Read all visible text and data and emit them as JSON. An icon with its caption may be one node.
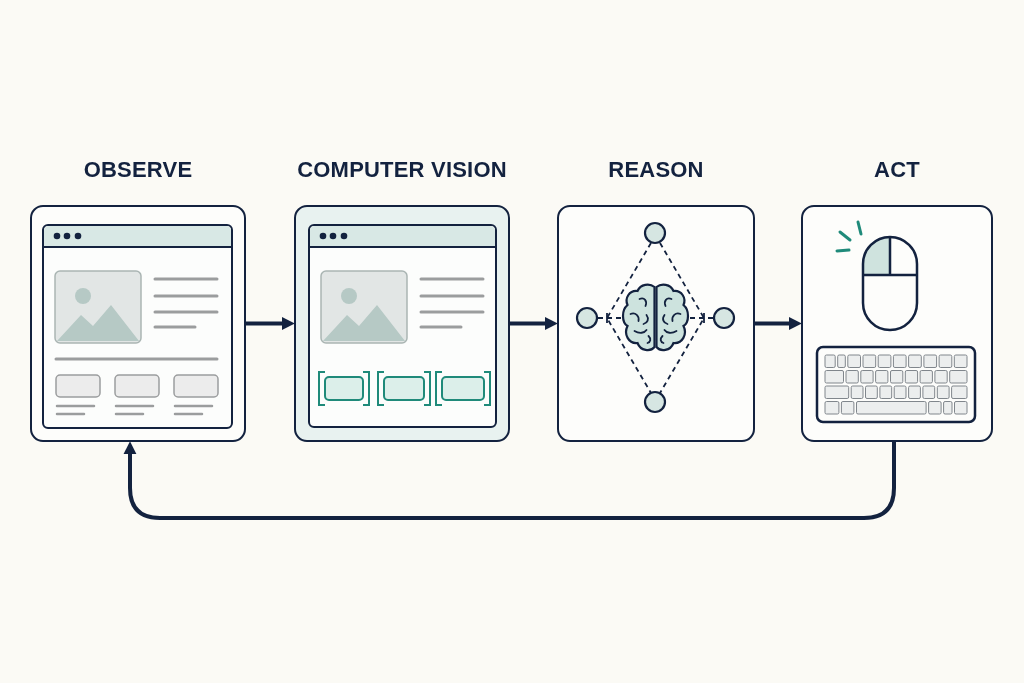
{
  "diagram": {
    "nodes": [
      {
        "text": [
          "OBSERVE"
        ]
      },
      {
        "text": [
          "COMPUTER VISION"
        ]
      },
      {
        "text": [
          "REASON"
        ]
      },
      {
        "text": [
          "ACT"
        ]
      }
    ],
    "edges": [
      {
        "from": 0,
        "to": 1,
        "arrow": "to"
      },
      {
        "from": 1,
        "to": 2,
        "arrow": "to"
      },
      {
        "from": 2,
        "to": 3,
        "arrow": "to"
      },
      {
        "from": 3,
        "to": 0,
        "arrow": "to"
      }
    ]
  }
}
